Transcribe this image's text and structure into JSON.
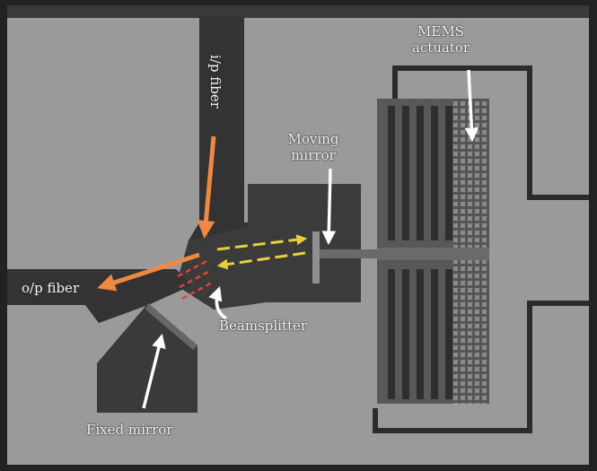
{
  "labels": {
    "ip_fiber": "i/p fiber",
    "mems_line1": "MEMS",
    "mems_line2": "actuator",
    "moving_line1": "Moving",
    "moving_line2": "mirror",
    "op_fiber": "o/p fiber",
    "beamsplitter": "Beamsplitter",
    "fixed_mirror": "Fixed mirror"
  },
  "colors": {
    "substrate": "#9a9a9a",
    "etched": "#3a3a3a",
    "frame": "#2b2b2b",
    "light_arrow": "#ee8844",
    "beam_yellow": "#e8d03a",
    "beam_red": "#d9453a",
    "white_arrow": "#ffffff"
  }
}
